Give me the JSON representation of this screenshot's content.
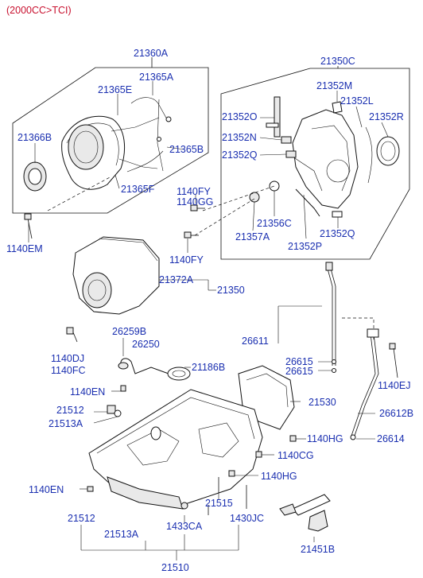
{
  "header": {
    "title": "(2000CC>TCI)"
  },
  "parts": {
    "p21360A": "21360A",
    "p21365A": "21365A",
    "p21365E": "21365E",
    "p21366B": "21366B",
    "p21365B": "21365B",
    "p21365F": "21365F",
    "p1140EM": "1140EM",
    "p21350C": "21350C",
    "p21352M": "21352M",
    "p21352L": "21352L",
    "p21352O": "21352O",
    "p21352R": "21352R",
    "p21352N": "21352N",
    "p21352Q_a": "21352Q",
    "p1140FY_a": "1140FY",
    "p1140GG": "1140GG",
    "p21356C": "21356C",
    "p21357A": "21357A",
    "p21352Q_b": "21352Q",
    "p21352P": "21352P",
    "p1140FY_b": "1140FY",
    "p21372A": "21372A",
    "p21350": "21350",
    "p26259B": "26259B",
    "p26250": "26250",
    "p1140DJ": "1140DJ",
    "p1140FC": "1140FC",
    "p21186B": "21186B",
    "p26611": "26611",
    "p26615_a": "26615",
    "p26615_b": "26615",
    "p1140EJ": "1140EJ",
    "p1140EN_a": "1140EN",
    "p21530": "21530",
    "p21512_a": "21512",
    "p21513A_a": "21513A",
    "p26612B": "26612B",
    "p1140HG_a": "1140HG",
    "p26614": "26614",
    "p1140CG": "1140CG",
    "p1140EN_b": "1140EN",
    "p1140HG_b": "1140HG",
    "p21515": "21515",
    "p21512_b": "21512",
    "p1433CA": "1433CA",
    "p1430JC": "1430JC",
    "p21513A_b": "21513A",
    "p21451B": "21451B",
    "p21510": "21510"
  }
}
